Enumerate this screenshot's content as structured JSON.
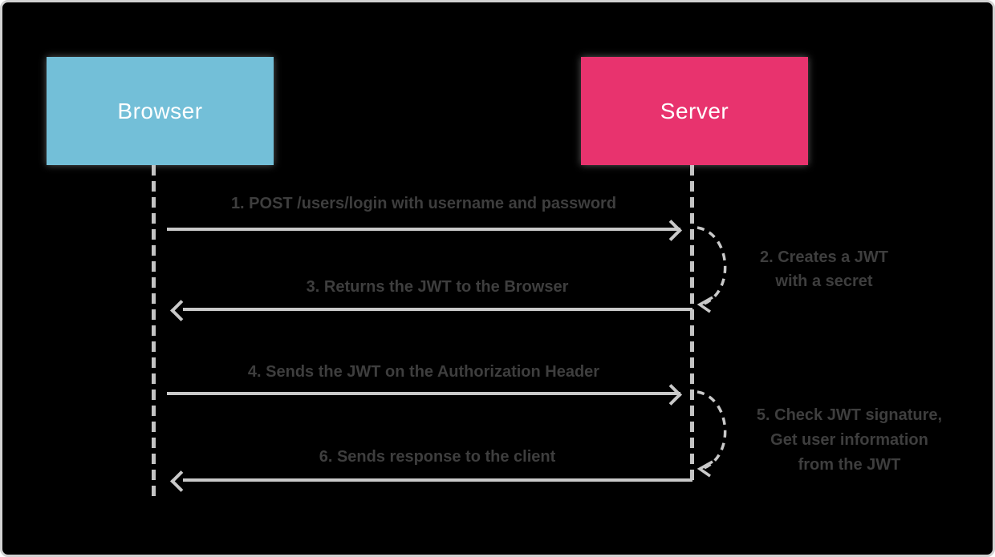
{
  "diagram": {
    "type": "sequence-diagram",
    "topic": "JWT authentication flow",
    "actors": [
      {
        "id": "browser",
        "label": "Browser",
        "color": "#73bfd8"
      },
      {
        "id": "server",
        "label": "Server",
        "color": "#e8336e"
      }
    ],
    "messages": [
      {
        "step": 1,
        "from": "browser",
        "to": "server",
        "label": "1. POST /users/login with username and password"
      },
      {
        "step": 3,
        "from": "server",
        "to": "browser",
        "label": "3. Returns the JWT to the Browser"
      },
      {
        "step": 4,
        "from": "browser",
        "to": "server",
        "label": "4. Sends the JWT on the Authorization Header"
      },
      {
        "step": 6,
        "from": "server",
        "to": "browser",
        "label": "6. Sends response to the client"
      }
    ],
    "self_actions": [
      {
        "step": 2,
        "actor": "server",
        "lines": [
          "2. Creates a JWT",
          "with a secret"
        ]
      },
      {
        "step": 5,
        "actor": "server",
        "lines": [
          "5. Check JWT signature,",
          "Get user information",
          "from the JWT"
        ]
      }
    ],
    "colors": {
      "background": "#000000",
      "border": "#d2d2d2",
      "browser_box": "#73bfd8",
      "server_box": "#e8336e",
      "actor_text": "#ffffff",
      "line": "#c9c9c9",
      "label_text": "#3e3e3e"
    }
  }
}
